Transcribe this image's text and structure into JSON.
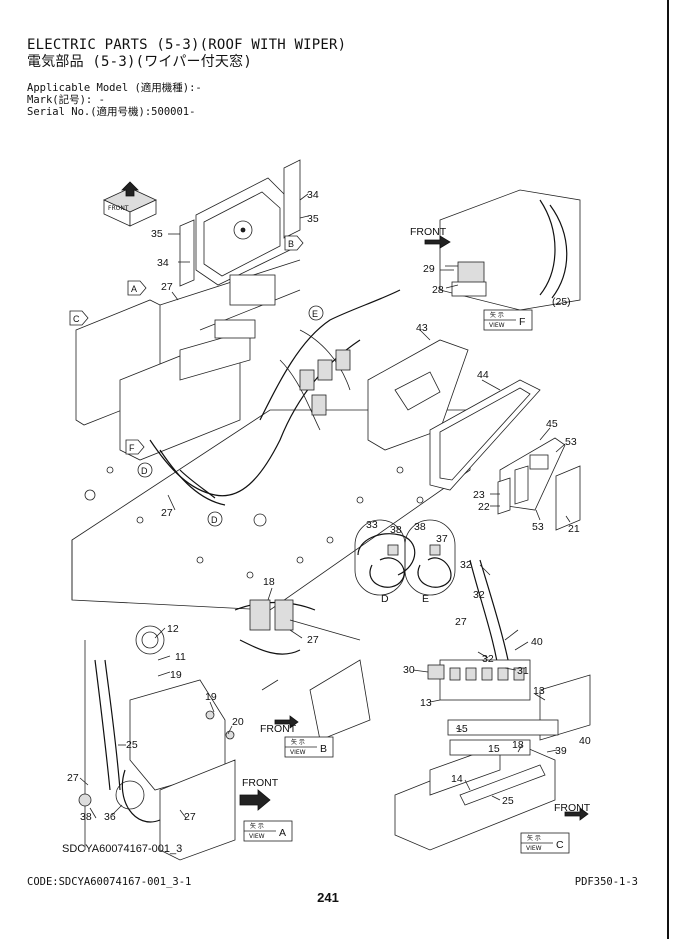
{
  "title": {
    "line1": "ELECTRIC PARTS (5-3)(ROOF WITH WIPER)",
    "line2": "電気部品 (5-3)(ワイパー付天窓)"
  },
  "meta": {
    "applicable_model": "Applicable Model (適用機種):-",
    "mark": "Mark(記号): -",
    "serial_no": "Serial No.(適用号機):500001-"
  },
  "footer": {
    "code": "CODE:SDCYA60074167-001_3-1",
    "page": "241",
    "pdf": "PDF350-1-3",
    "drawing_code": "SDCYA60074167-001_3"
  },
  "diagram": {
    "part_numbers": [
      "34",
      "35",
      "35",
      "34",
      "27",
      "43",
      "44",
      "45",
      "53",
      "28",
      "29",
      "(25)",
      "23",
      "22",
      "53",
      "21",
      "33",
      "38",
      "38",
      "37",
      "32",
      "18",
      "12",
      "11",
      "19",
      "19",
      "20",
      "27",
      "25",
      "27",
      "38",
      "36",
      "27",
      "32",
      "27",
      "32",
      "40",
      "31",
      "30",
      "13",
      "13",
      "40",
      "15",
      "18",
      "39",
      "15",
      "14",
      "25",
      "27"
    ],
    "letter_callouts": [
      "A",
      "B",
      "C",
      "D",
      "D",
      "E",
      "F",
      "D",
      "E"
    ],
    "front_labels": [
      "FRONT",
      "FRONT",
      "FRONT",
      "FRONT"
    ],
    "view_boxes": [
      {
        "jp": "矢 示",
        "view": "VIEW",
        "letter": "F"
      },
      {
        "jp": "矢 示",
        "view": "VIEW",
        "letter": "B"
      },
      {
        "jp": "矢 示",
        "view": "VIEW",
        "letter": "A"
      },
      {
        "jp": "矢 示",
        "view": "VIEW",
        "letter": "C"
      }
    ],
    "detail_labels": [
      "D",
      "E"
    ],
    "iso_marker": "FRONT"
  }
}
